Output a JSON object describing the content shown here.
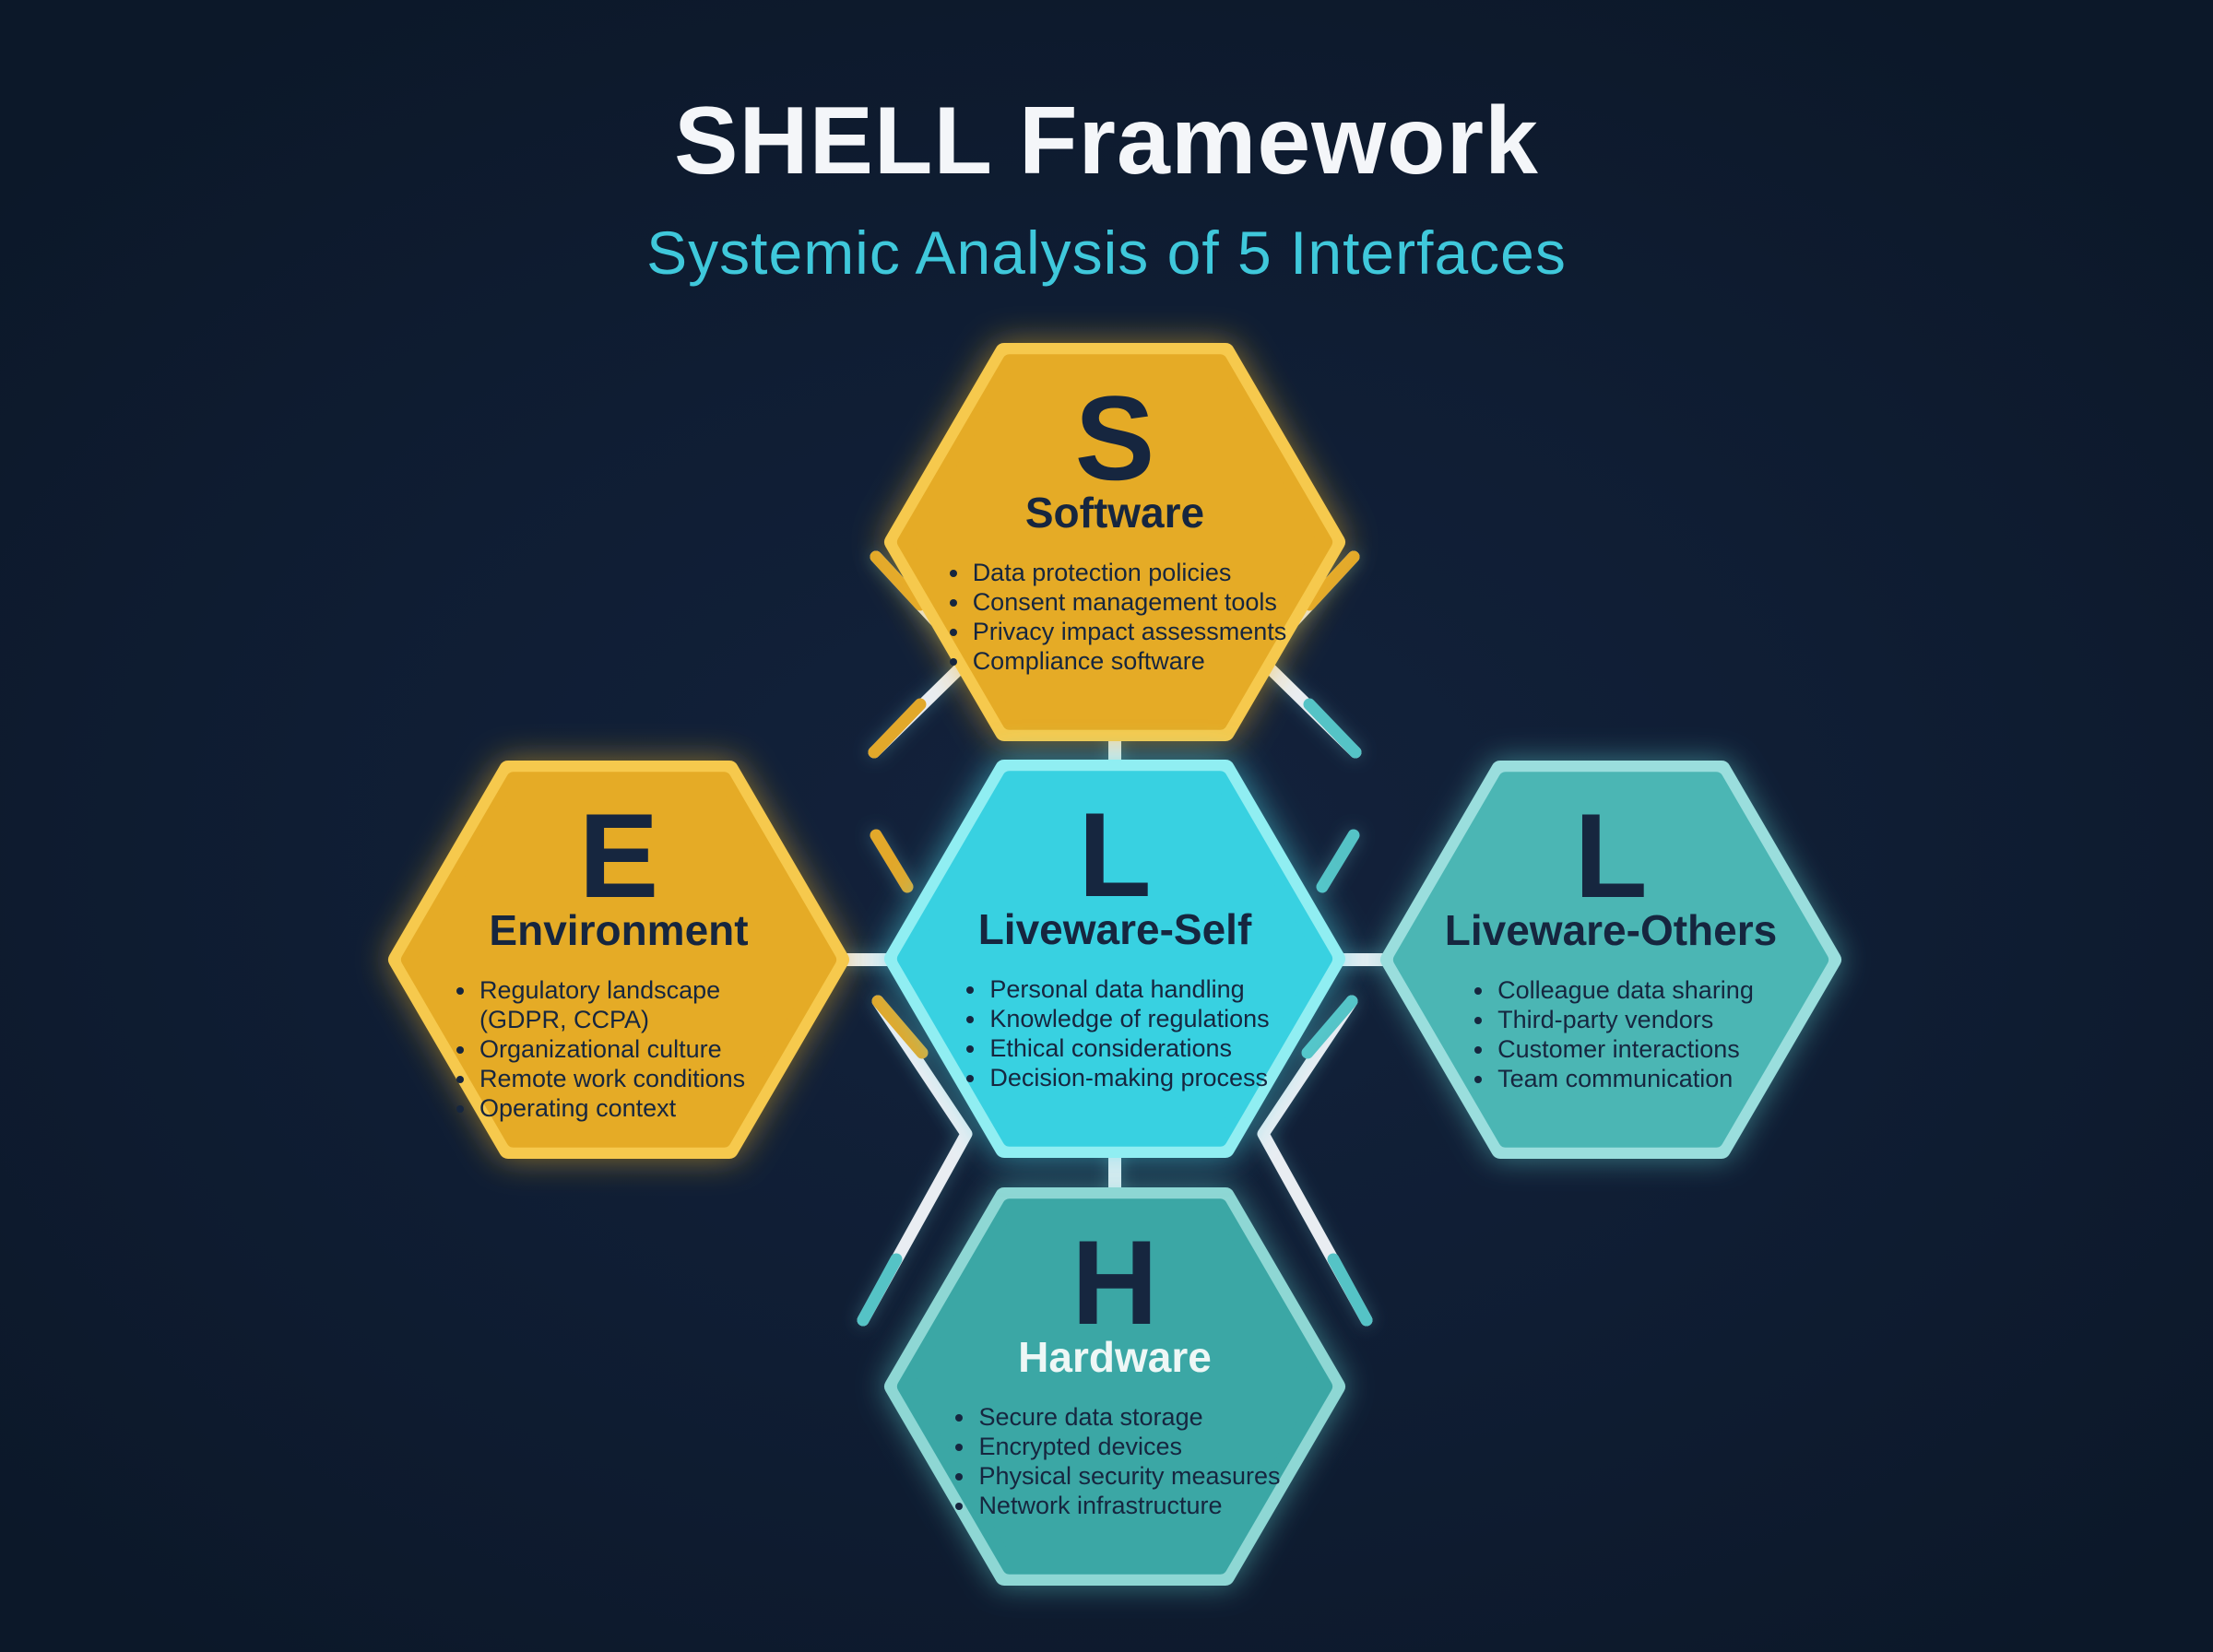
{
  "page": {
    "title": "SHELL Framework",
    "subtitle": "Systemic Analysis of 5 Interfaces"
  },
  "colors": {
    "background": "#0f1d33",
    "title_text": "#f4f6f9",
    "subtitle_text": "#3fc8db",
    "gold_fill": "#e5ab26",
    "gold_border": "#f6c94e",
    "cyan_fill": "#38d1e1",
    "cyan_border": "#90eef2",
    "teal_fill": "#4cb6b4",
    "teal_border": "#9adedd",
    "teal_dark_fill": "#3ba7a5",
    "teal_dark_border": "#8ed7d4",
    "dark_text": "#16263f",
    "light_text": "#eef7f6",
    "connector_white": "#e9edf2",
    "lattice_gold": "#e2a82b",
    "lattice_teal": "#54c3c6"
  },
  "hexagons": [
    {
      "id": "software",
      "letter": "S",
      "name": "Software",
      "bullets": [
        "Data protection policies",
        "Consent management tools",
        "Privacy impact assessments",
        "Compliance software"
      ]
    },
    {
      "id": "environment",
      "letter": "E",
      "name": "Environment",
      "bullets": [
        "Regulatory landscape (GDPR, CCPA)",
        "Organizational culture",
        "Remote work conditions",
        "Operating context"
      ]
    },
    {
      "id": "liveware-self",
      "letter": "L",
      "name": "Liveware-Self",
      "bullets": [
        "Personal data handling",
        "Knowledge of regulations",
        "Ethical considerations",
        "Decision-making process"
      ]
    },
    {
      "id": "liveware-others",
      "letter": "L",
      "name": "Liveware-Others",
      "bullets": [
        "Colleague data sharing",
        "Third-party vendors",
        "Customer interactions",
        "Team communication"
      ]
    },
    {
      "id": "hardware",
      "letter": "H",
      "name": "Hardware",
      "bullets": [
        "Secure data storage",
        "Encrypted devices",
        "Physical security measures",
        "Network infrastructure"
      ]
    }
  ]
}
